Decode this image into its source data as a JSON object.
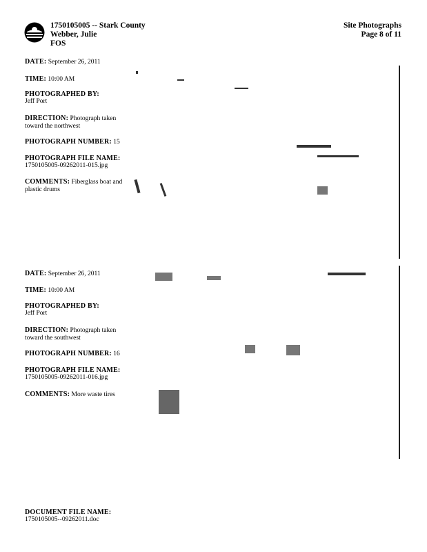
{
  "header": {
    "site_line": "1750105005 -- Stark County",
    "inspector": "Webber, Julie",
    "program": "FOS",
    "title": "Site Photographs",
    "page": "Page 8 of 11"
  },
  "photos": [
    {
      "date_label": "DATE:",
      "date": "September 26, 2011",
      "time_label": "TIME:",
      "time": "10:00 AM",
      "by_label": "PHOTOGRAPHED BY:",
      "by": "Jeff Port",
      "direction_label": "DIRECTION:",
      "direction": "Photograph taken toward the northwest",
      "number_label": "PHOTOGRAPH NUMBER:",
      "number": "15",
      "file_label": "PHOTOGRAPH FILE NAME:",
      "file": "1750105005-09262011-015.jpg",
      "comments_label": "COMMENTS:",
      "comments": "Fiberglass boat and plastic drums"
    },
    {
      "date_label": "DATE:",
      "date": "September 26, 2011",
      "time_label": "TIME:",
      "time": "10:00 AM",
      "by_label": "PHOTOGRAPHED BY:",
      "by": "Jeff Port",
      "direction_label": "DIRECTION:",
      "direction": "Photograph taken toward the southwest",
      "number_label": "PHOTOGRAPH NUMBER:",
      "number": "16",
      "file_label": "PHOTOGRAPH FILE NAME:",
      "file": "1750105005-09262011-016.jpg",
      "comments_label": "COMMENTS:",
      "comments": "More waste tires"
    }
  ],
  "footer": {
    "label": "DOCUMENT FILE NAME:",
    "file": "1750105005--09262011.doc"
  }
}
